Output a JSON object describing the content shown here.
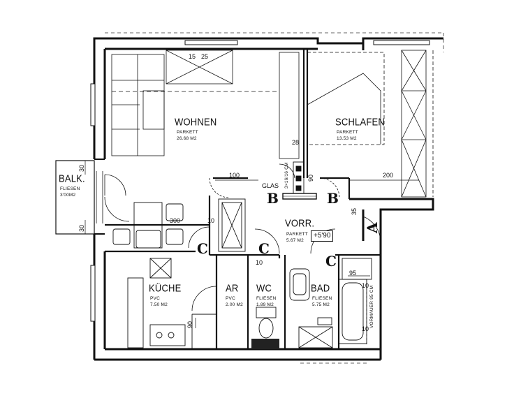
{
  "rooms": {
    "wohnen": {
      "name": "WOHNEN",
      "floor": "PARKETT",
      "area": "26.68 M2"
    },
    "schlafen": {
      "name": "SCHLAFEN",
      "floor": "PARKETT",
      "area": "13.53 M2"
    },
    "balkon": {
      "name": "BALK.",
      "floor": "FLIESEN",
      "area": "3'00M2"
    },
    "vorraum": {
      "name": "VORR.",
      "floor": "PARKETT",
      "area": "5.67 M2"
    },
    "kueche": {
      "name": "KÜCHE",
      "floor": "PVC",
      "area": "7.50 M2"
    },
    "abstell": {
      "name": "AR",
      "floor": "PVC",
      "area": "2.00 M2"
    },
    "wc": {
      "name": "WC",
      "floor": "FLIESEN",
      "area": "1.89 M2"
    },
    "bad": {
      "name": "BAD",
      "floor": "FLIESEN",
      "area": "5.75 M2"
    }
  },
  "dimensions": {
    "d15a": "15",
    "d25": "25",
    "d28": "28",
    "d100": "100",
    "d90a": "90",
    "d200": "200",
    "d30a": "30",
    "d30b": "30",
    "d300": "300",
    "d10a": "10",
    "d10b": "10",
    "d35": "35",
    "d95": "95",
    "d90b": "90",
    "d10c": "10",
    "d10d": "10"
  },
  "annotations": {
    "glas": "GLAS",
    "shaft": "3×16/16 CM",
    "vormauer": "VORMAUER 95 CM",
    "level": "+5'90"
  },
  "markers": {
    "b1": "B",
    "b2": "B",
    "c1": "C",
    "c2": "C",
    "c3": "C",
    "a": "A"
  }
}
